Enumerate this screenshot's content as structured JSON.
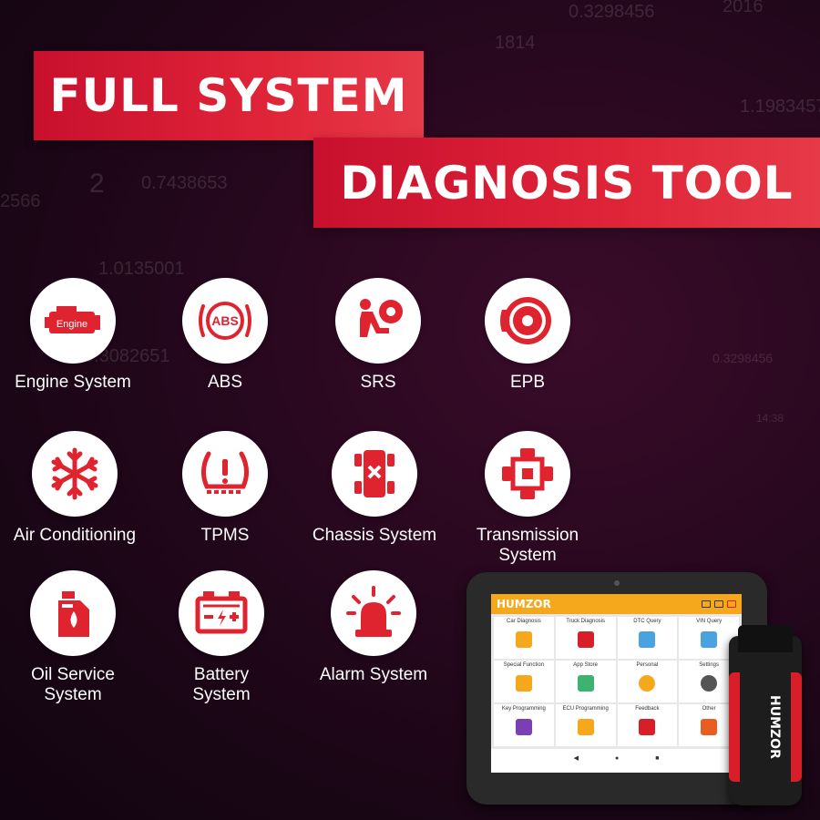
{
  "banners": {
    "line1": "FULL SYSTEM",
    "line2": "DIAGNOSIS TOOL"
  },
  "background_numbers": [
    "0.3298456",
    "2016",
    "1814",
    "1.1983457",
    "2",
    "0.7438653",
    "2566",
    "1.0135001",
    "0.3082651",
    "0.3298456",
    "14:38"
  ],
  "features": [
    {
      "label": "Engine System",
      "icon": "engine-icon"
    },
    {
      "label": "ABS",
      "icon": "abs-icon"
    },
    {
      "label": "SRS",
      "icon": "airbag-icon"
    },
    {
      "label": "EPB",
      "icon": "brake-disc-icon"
    },
    {
      "label": "Air Conditioning",
      "icon": "snowflake-icon"
    },
    {
      "label": "TPMS",
      "icon": "tire-pressure-icon"
    },
    {
      "label": "Chassis System",
      "icon": "chassis-icon"
    },
    {
      "label": "Transmission\nSystem",
      "icon": "transmission-icon"
    },
    {
      "label": "Oil Service\nSystem",
      "icon": "oil-can-icon"
    },
    {
      "label": "Battery\nSystem",
      "icon": "battery-icon"
    },
    {
      "label": "Alarm System",
      "icon": "alarm-light-icon"
    }
  ],
  "engine_icon_text": "Engine",
  "abs_icon_text": "ABS",
  "tablet": {
    "brand": "HUMZOR",
    "apps": [
      "Car Diagnosis",
      "Truck Diagnosis",
      "DTC Query",
      "VIN Query",
      "Special Function",
      "App Store",
      "Personal",
      "Settings",
      "Key Programming",
      "ECU Programming",
      "Feedback",
      "Other"
    ],
    "app_colors": [
      "#f6a81c",
      "#d81e28",
      "#4aa3df",
      "#4aa3df",
      "#f6a81c",
      "#3cb371",
      "#f6a81c",
      "#555555",
      "#7b3fb5",
      "#f6a81c",
      "#d81e28",
      "#e85d20"
    ],
    "nav": [
      "◀",
      "●",
      "■"
    ]
  },
  "dongle": {
    "brand": "HUMZOR"
  },
  "colors": {
    "accent_red": "#d81e28",
    "icon_red": "#e0242f",
    "tablet_orange": "#f6a81c"
  }
}
